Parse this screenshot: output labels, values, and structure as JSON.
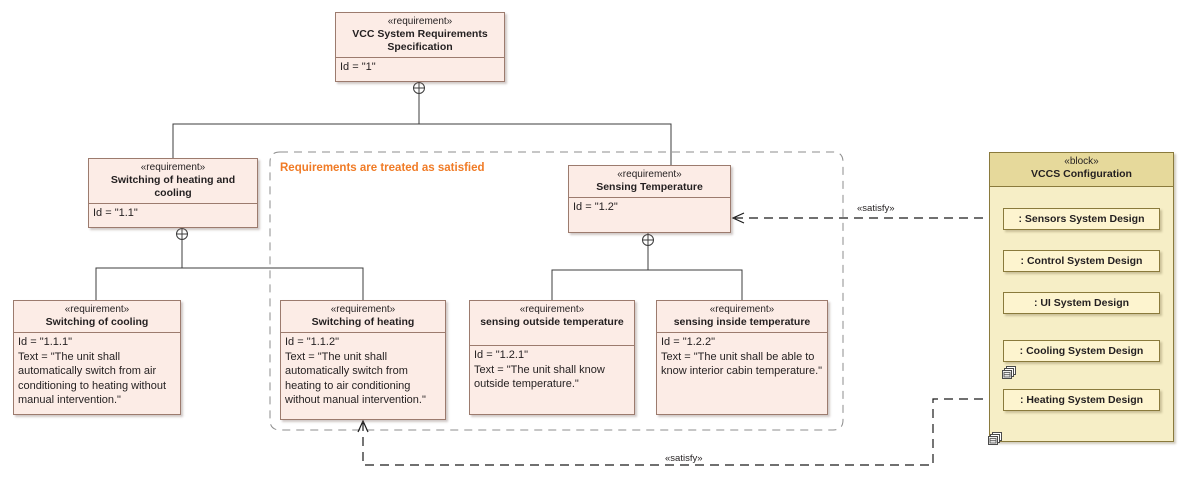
{
  "diagram": {
    "type": "sysml-requirement-diagram",
    "colors": {
      "requirement_fill": "#fcece6",
      "requirement_border": "#9c7b6e",
      "block_fill": "#f6eec6",
      "block_header_fill": "#e6d99b",
      "block_border": "#8a7a3c",
      "part_fill": "#fdf4cf",
      "note_text": "#f07b26",
      "line": "#3c3c3c"
    }
  },
  "requirements": {
    "root": {
      "stereotype": "«requirement»",
      "name": "VCC System Requirements Specification",
      "body": "Id = \"1\""
    },
    "switching_heating_cooling": {
      "stereotype": "«requirement»",
      "name": "Switching of heating and cooling",
      "body": "Id = \"1.1\""
    },
    "sensing_temperature": {
      "stereotype": "«requirement»",
      "name": "Sensing Temperature",
      "body": "Id = \"1.2\""
    },
    "switching_of_cooling": {
      "stereotype": "«requirement»",
      "name": "Switching of cooling",
      "body": "Id = \"1.1.1\"\nText = \"The unit shall automatically switch from air conditioning to heating without manual intervention.\""
    },
    "switching_of_heating": {
      "stereotype": "«requirement»",
      "name": "Switching of heating",
      "body": "Id = \"1.1.2\"\nText = \"The unit shall automatically switch from heating to air conditioning without manual intervention.\""
    },
    "sensing_outside_temperature": {
      "stereotype": "«requirement»",
      "name": "sensing outside temperature",
      "body": "Id = \"1.2.1\"\nText = \"The unit shall know outside temperature.\""
    },
    "sensing_inside_temperature": {
      "stereotype": "«requirement»",
      "name": "sensing inside temperature",
      "body": "Id = \"1.2.2\"\nText = \"The unit shall be able to know interior cabin temperature.\""
    }
  },
  "block": {
    "stereotype": "«block»",
    "name": "VCCS Configuration",
    "parts": [
      {
        "label": ": Sensors System Design"
      },
      {
        "label": ": Control System Design"
      },
      {
        "label": ": UI System Design"
      },
      {
        "label": ": Cooling System Design"
      },
      {
        "label": ": Heating System Design"
      }
    ]
  },
  "annotations": {
    "satisfied_note": "Requirements are treated as satisfied",
    "satisfy_top": "«satisfy»",
    "satisfy_bottom": "«satisfy»"
  }
}
